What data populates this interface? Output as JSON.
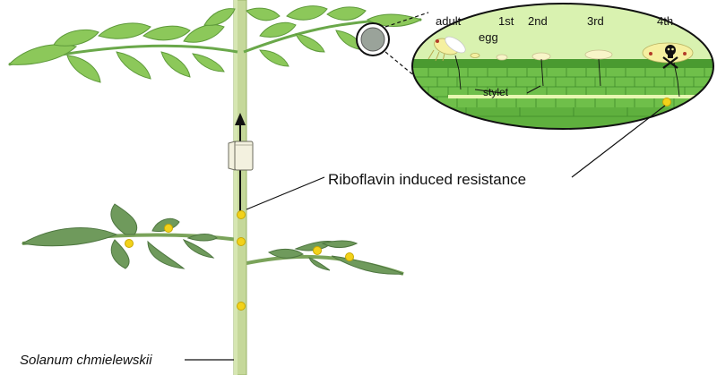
{
  "labels": {
    "main_label": "Riboflavin induced resistance",
    "species": "Solanum chmielewskii",
    "stages": {
      "adult": "adult",
      "egg": "egg",
      "first": "1st",
      "second": "2nd",
      "third": "3rd",
      "fourth": "4th"
    },
    "stylet": "stylet"
  },
  "colors": {
    "stem": "#c5d89a",
    "stem_dark": "#9bb36a",
    "leaf_top": "#8cc85a",
    "leaf_top_dark": "#5e9a3a",
    "leaf_bottom": "#6f9a5c",
    "leaf_bottom_dark": "#4e7640",
    "riboflavin_dot": "#f2d21a",
    "inset_bg": "#d9f2b0",
    "inset_cells": "#6fbf4a",
    "insect": "#f5f0a0",
    "clip": "#f3f1df"
  },
  "icons": {
    "upward_arrow": "arrow-up-icon",
    "skull": "skull-crossbones-icon",
    "leaf_clip": "clip-cage-icon",
    "magnifier_spot": "zoom-spot-icon"
  }
}
